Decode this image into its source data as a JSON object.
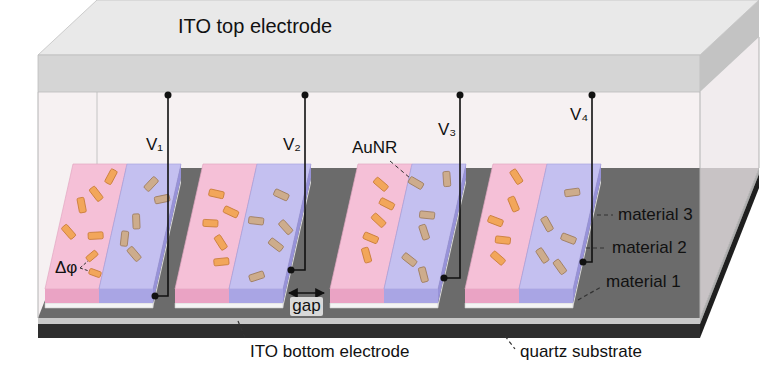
{
  "diagram": {
    "nodes": [
      {
        "text": [
          "ITO top electrode"
        ]
      }
    ],
    "labels": [
      "V₁",
      "Δφ",
      "V₂",
      "AuNR",
      "V₃",
      "gap",
      "V₄",
      "material 3",
      "material 2",
      "material 1",
      "quartz substrate",
      "ITO bottom electrode"
    ]
  }
}
